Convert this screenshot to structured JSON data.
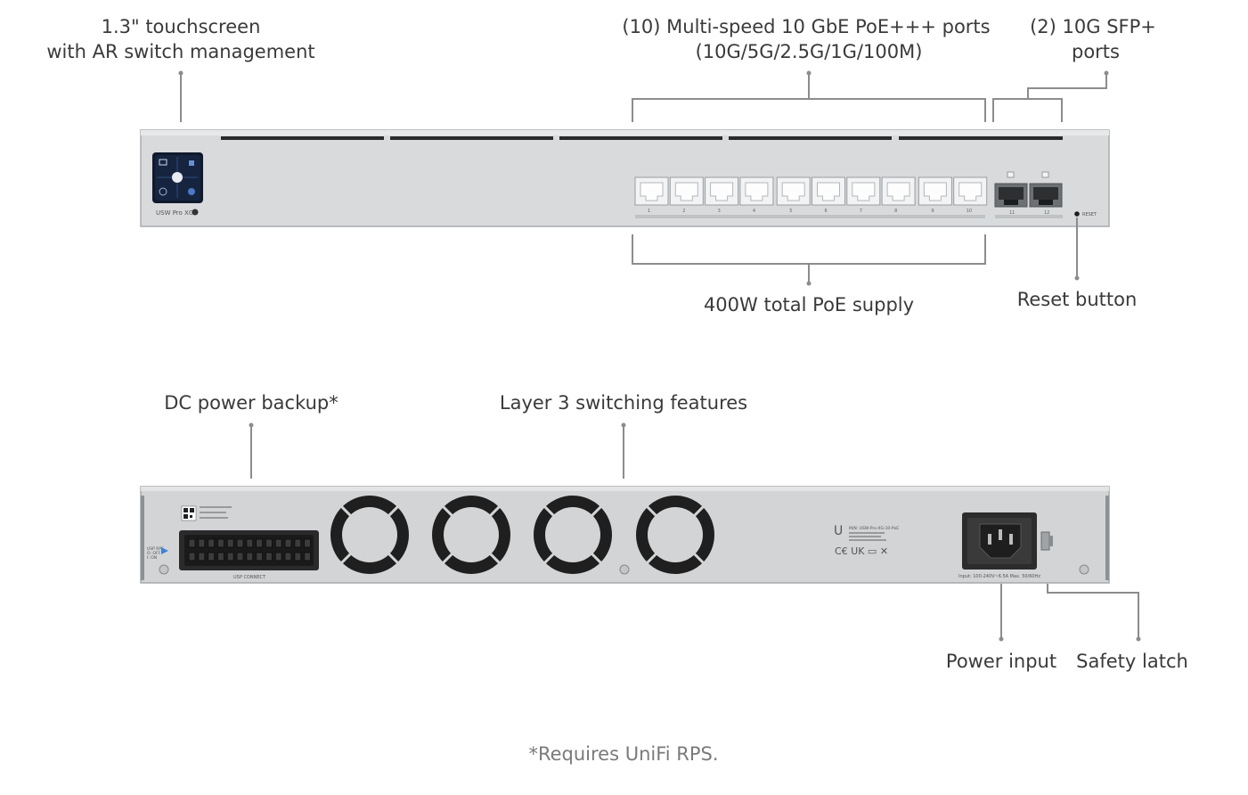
{
  "callouts": {
    "touchscreen": [
      "1.3\" touchscreen",
      "with AR switch management"
    ],
    "poe_ports": [
      "(10) Multi-speed 10 GbE PoE+++ ports",
      "(10G/5G/2.5G/1G/100M)"
    ],
    "sfp_ports": [
      "(2) 10G SFP+",
      "ports"
    ],
    "poe_supply": "400W total PoE supply",
    "reset_button": "Reset button",
    "dc_backup": "DC power backup*",
    "layer3": "Layer 3 switching features",
    "power_input": "Power input",
    "safety_latch": "Safety latch"
  },
  "footnote": "*Requires UniFi RPS.",
  "front_panel": {
    "model_label": "USW Pro XG",
    "port_labels": [
      "1",
      "2",
      "3",
      "4",
      "5",
      "6",
      "7",
      "8",
      "9",
      "10"
    ],
    "sfp_labels": [
      "11",
      "12"
    ],
    "reset_label": "RESET"
  },
  "rear_panel": {
    "rps_label": "USP CONNECT",
    "power_rating": "Input: 100-240V~6.5A Max. 50/60Hz",
    "model_text": "M/N: USW-Pro-XG-10-PoE",
    "switch_text": [
      "USP RPS",
      "O: OFF",
      "I: ON"
    ]
  },
  "colors": {
    "chassis": "#d7d9db",
    "chassis_edge": "#a9acaf",
    "callout_line": "#8a8a8a",
    "port": "#e8eaec",
    "fan": "#1f1f1f"
  }
}
